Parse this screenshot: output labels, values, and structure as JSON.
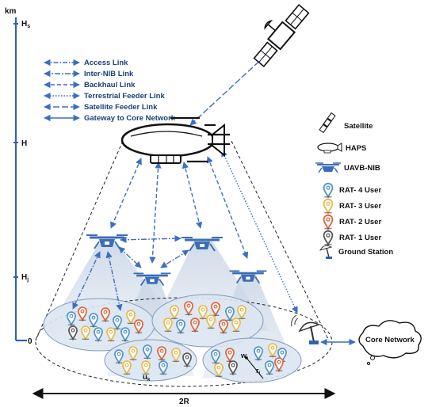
{
  "axis": {
    "unit": "km",
    "ticks": [
      {
        "label": "H",
        "sub": "s"
      },
      {
        "label": "H",
        "sub": ""
      },
      {
        "label": "H",
        "sub": "j"
      },
      {
        "label": "0",
        "sub": ""
      }
    ]
  },
  "legend": {
    "items": [
      {
        "label": "Access Link",
        "style": "dash-dot"
      },
      {
        "label": "Inter-NIB Link",
        "style": "dash-dot"
      },
      {
        "label": "Backhaul Link",
        "style": "dashed"
      },
      {
        "label": "Terrestrial Feeder Link",
        "style": "dotted"
      },
      {
        "label": "Satellite Feeder Link",
        "style": "long-dash"
      },
      {
        "label": "Gateway to Core Network",
        "style": "solid"
      }
    ]
  },
  "key": {
    "items": [
      {
        "label": "Satellite",
        "icon": "satellite-icon"
      },
      {
        "label": "HAPS",
        "icon": "haps-icon"
      },
      {
        "label": "UAVB-NIB",
        "icon": "drone-icon"
      },
      {
        "label": "RAT- 4 User",
        "icon": "user-pin-icon",
        "color": "#4f93c8"
      },
      {
        "label": "RAT- 3 User",
        "icon": "user-pin-icon",
        "color": "#e9b84a"
      },
      {
        "label": "RAT- 2 User",
        "icon": "user-pin-icon",
        "color": "#e0613b"
      },
      {
        "label": "RAT- 1 User",
        "icon": "user-pin-icon",
        "color": "#555555"
      },
      {
        "label": "Ground Station",
        "icon": "ground-station-icon"
      }
    ]
  },
  "labels": {
    "core_network": "Core Network",
    "radius": "2R",
    "user": "u",
    "user_sub": "k",
    "point": "w",
    "point_sub": "i",
    "distance": "r",
    "distance_sub": "i"
  },
  "colors": {
    "link": "#3c6fc2",
    "beam": "#c9d6e6",
    "cluster": "#dde7f2"
  }
}
